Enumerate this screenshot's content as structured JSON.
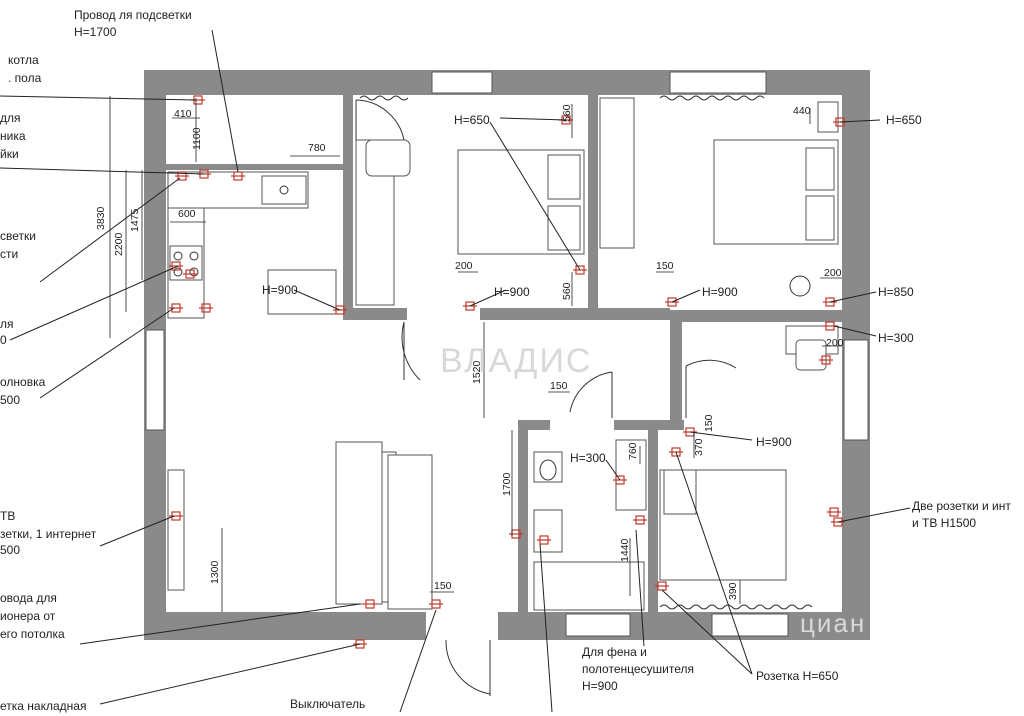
{
  "labels": {
    "wire_backlight_1": "Провод ля подсветки",
    "wire_backlight_2": "H=1700",
    "boiler_1": "котла",
    "boiler_2": ". пола",
    "left_dla": "для",
    "left_nika": "ника",
    "left_jki": "йки",
    "left_svetki": "светки",
    "left_sti": "сти",
    "left_lya": "ля",
    "left_zero": "0",
    "left_olnovka": "олновка",
    "left_500": "500",
    "tv_1": "ТВ",
    "tv_2": "зетки, 1 интернет",
    "tv_3": "500",
    "ac_1": "овода для",
    "ac_2": "ионера от",
    "ac_3": "его потолка",
    "bottom_left": "етка накладная",
    "h650_bed1": "H=650",
    "h650_bed2": "H=650",
    "h850": "H=850",
    "h300_right": "H=300",
    "h900_kitchen": "H=900",
    "h900_bed1": "H=900",
    "h900_bed2": "H=900",
    "h900_bed3": "H=900",
    "h300_bath": "H=300",
    "right_1": "Две розетки и инт",
    "right_2": "и ТВ H1500",
    "fen_1": "Для фена и",
    "fen_2": "полотенцесушителя",
    "fen_3": "H=900",
    "socket_650": "Розетка H=650",
    "switch": "Выключатель"
  },
  "dims": {
    "d410": "410",
    "d1100": "1100",
    "d780": "780",
    "d3830": "3830",
    "d2200": "2200",
    "d1475": "1475",
    "d600": "600",
    "d560a": "560",
    "d560b": "560",
    "d200a": "200",
    "d440": "440",
    "d150a": "150",
    "d200b": "200",
    "d200c": "200",
    "d1520": "1520",
    "d150b": "150",
    "d760": "760",
    "d370": "370",
    "d150c": "150",
    "d1700": "1700",
    "d1440": "1440",
    "d1300": "1300",
    "d150d": "150",
    "d390": "390"
  },
  "watermark": "ВЛАДИС",
  "watermark_2": "циан"
}
